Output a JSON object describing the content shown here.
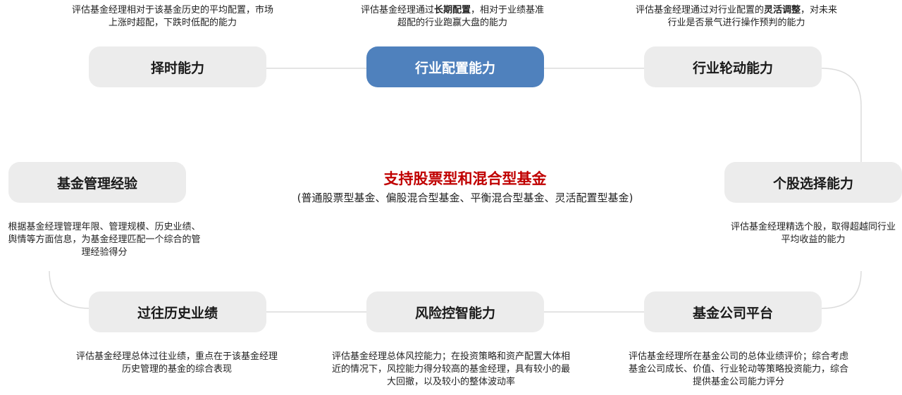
{
  "center": {
    "title": "支持股票型和混合型基金",
    "subtitle": "(普通股票型基金、偏股混合型基金、平衡混合型基金、灵活配置型基金)"
  },
  "nodes": {
    "timing": {
      "label": "择时能力",
      "desc": "评估基金经理相对于该基金历史的平均配置，市场上涨时超配，下跌时低配的能力"
    },
    "industry_allocation": {
      "label": "行业配置能力",
      "desc_pre": "评估基金经理通过",
      "desc_bold": "长期配置",
      "desc_post": "，相对于业绩基准超配的行业跑赢大盘的能力"
    },
    "industry_rotation": {
      "label": "行业轮动能力",
      "desc_pre": "评估基金经理通过对行业配置的",
      "desc_bold": "灵活调整",
      "desc_post": "，对未来行业是否景气进行操作预判的能力"
    },
    "stock_selection": {
      "label": "个股选择能力",
      "desc": "评估基金经理精选个股，取得超越同行业平均收益的能力"
    },
    "fund_company": {
      "label": "基金公司平台",
      "desc": "评估基金经理所在基金公司的总体业绩评价；综合考虑基金公司成长、价值、行业轮动等策略投资能力，综合提供基金公司能力评分"
    },
    "risk_control": {
      "label": "风险控智能力",
      "desc": "评估基金经理总体风控能力；在投资策略和资产配置大体相近的情况下，风控能力得分较高的基金经理，具有较小的最大回撤，以及较小的整体波动率"
    },
    "history": {
      "label": "过往历史业绩",
      "desc": "评估基金经理总体过往业绩，重点在于该基金经理历史管理的基金的综合表现"
    },
    "management": {
      "label": "基金管理经验",
      "desc": "根据基金经理管理年限、管理规模、历史业绩、舆情等方面信息，为基金经理匹配一个综合的管理经验得分"
    }
  },
  "colors": {
    "accent": "#4f81bd",
    "pill": "#ececec",
    "title_red": "#c00000",
    "connector": "#dcdcdc"
  }
}
